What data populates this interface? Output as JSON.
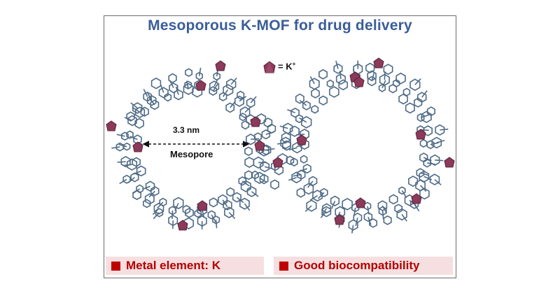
{
  "title": "Mesoporous K-MOF for drug delivery",
  "legend": {
    "symbol_icon": "purple-polyhedron-icon",
    "equals_label": "= K",
    "ion_charge": "+"
  },
  "pore": {
    "distance_label": "3.3 nm",
    "pore_label": "Mesopore"
  },
  "features": [
    {
      "label": "Metal element: K"
    },
    {
      "label": "Good biocompatibility"
    }
  ],
  "colors": {
    "title": "#3a5d99",
    "framework": "#4f6b87",
    "node": "#8b3a5a",
    "feature_text": "#b30000",
    "feature_bg": "#f6dfe0"
  }
}
